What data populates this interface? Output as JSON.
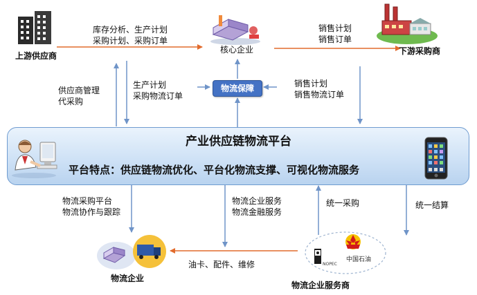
{
  "nodes": {
    "upstream": "上游供应商",
    "core": "核心企业",
    "downstream": "下游采购商",
    "logistics_guarantee": "物流保障",
    "logistics_enterprise": "物流企业",
    "service_provider": "物流企业服务商"
  },
  "platform": {
    "title": "产业供应链物流平台",
    "features": "平台特点：供应链物流优化、平台化物流支撑、可视化物流服务"
  },
  "flows": {
    "upstream_to_core": [
      "库存分析、生产计划",
      "采购计划、采购订单"
    ],
    "core_to_downstream": [
      "销售计划",
      "销售订单"
    ],
    "supplier_mgmt": [
      "供应商管理",
      "代采购"
    ],
    "production_plan": [
      "生产计划",
      "采购物流订单"
    ],
    "sales_plan": [
      "销售计划",
      "销售物流订单"
    ],
    "logistics_procurement": [
      "物流采购平台",
      "物流协作与跟踪"
    ],
    "logistics_services": [
      "物流企业服务",
      "物流金融服务"
    ],
    "unified_purchase": "统一采购",
    "unified_settlement": "统一结算",
    "fuel_parts": "油卡、配件、维修"
  },
  "logo_text": {
    "cnpc_name": "中国石油",
    "sinopec_abbr": "NOPEC"
  },
  "colors": {
    "arrow_blue": "#6f94c8",
    "arrow_orange": "#e26b2c",
    "badge_blue": "#4472c4"
  }
}
